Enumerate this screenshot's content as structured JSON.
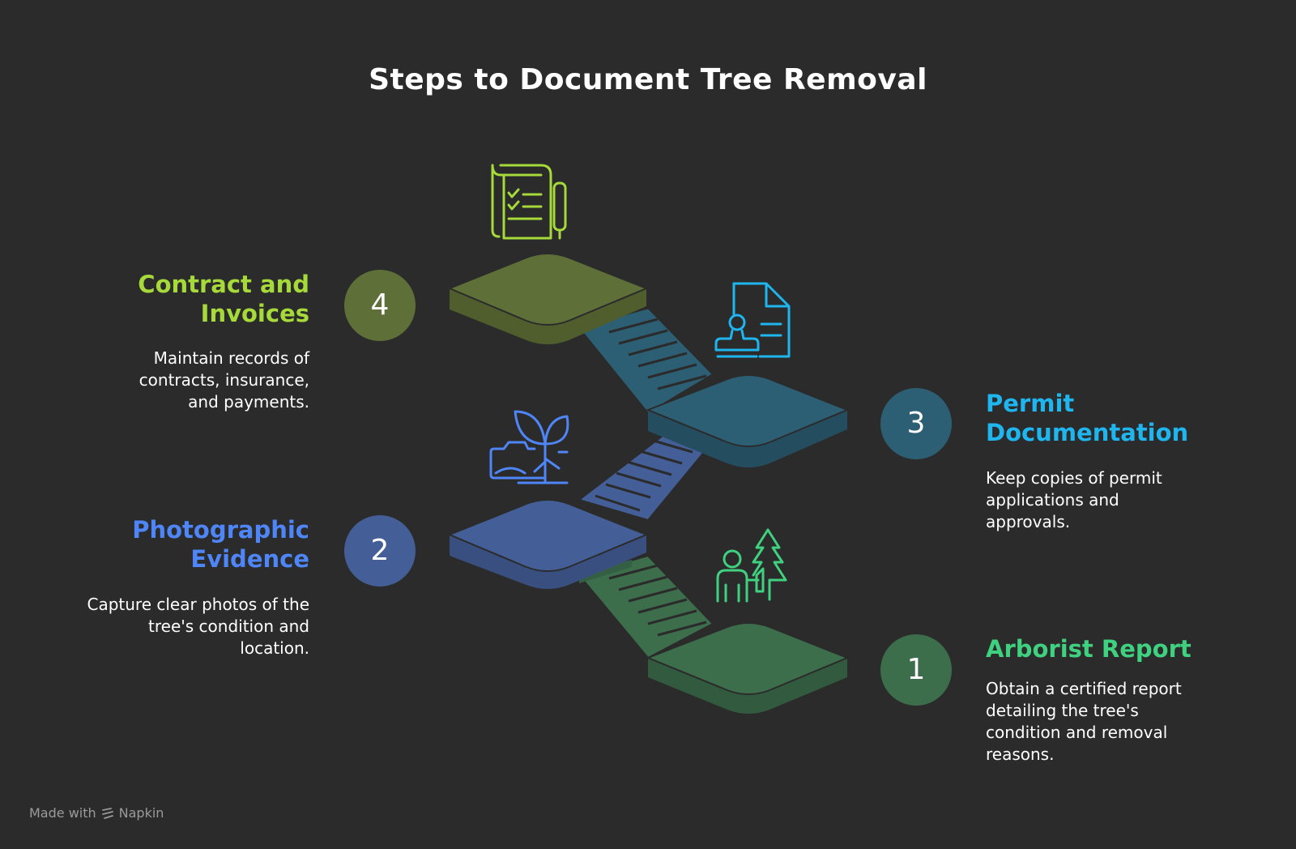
{
  "title": "Steps to Document Tree Removal",
  "steps": [
    {
      "number": "1",
      "title": "Arborist Report",
      "description": "Obtain a certified report detailing the tree's condition and removal reasons.",
      "color": "#3fd17f",
      "platform_color": "#3c6e4c",
      "icon": "person-with-tree-icon"
    },
    {
      "number": "2",
      "title": "Photographic Evidence",
      "description": "Capture clear photos of the tree's condition and location.",
      "color": "#4f86f7",
      "platform_color": "#445f97",
      "icon": "photo-sprout-icon"
    },
    {
      "number": "3",
      "title": "Permit Documentation",
      "description": "Keep copies of permit applications and approvals.",
      "color": "#1fb5ee",
      "platform_color": "#2c5f74",
      "icon": "document-stamp-icon"
    },
    {
      "number": "4",
      "title": "Contract and Invoices",
      "description": "Maintain records of contracts, insurance, and payments.",
      "color": "#a6d93a",
      "platform_color": "#5f6f38",
      "icon": "checklist-pen-icon"
    }
  ],
  "footer": {
    "made_with": "Made with",
    "brand": "Napkin"
  }
}
